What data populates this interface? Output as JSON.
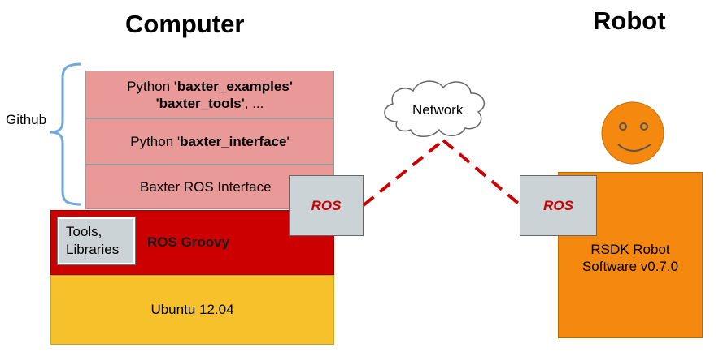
{
  "titles": {
    "computer": "Computer",
    "robot": "Robot"
  },
  "computer_stack": {
    "github_label": "Github",
    "python_examples_prefix": "Python ",
    "python_examples_bold": "'baxter_examples'",
    "python_tools_bold": "'baxter_tools'",
    "python_tools_suffix": ", ...",
    "python_interface_prefix": "Python '",
    "python_interface_bold": "baxter_interface",
    "python_interface_suffix": "'",
    "baxter_ros_interface": "Baxter ROS Interface",
    "tools_line1": "Tools,",
    "tools_line2": "Libraries",
    "ros_groovy": "ROS Groovy",
    "ubuntu": "Ubuntu 12.04",
    "ros_tag": "ROS"
  },
  "network": {
    "label": "Network"
  },
  "robot": {
    "ros_tag": "ROS",
    "software_line1": "RSDK Robot",
    "software_line2": "Software v0.7.0"
  },
  "colors": {
    "pink_layer": "#ea9999",
    "ros_groovy_red": "#cc0000",
    "ubuntu_yellow": "#f6c12b",
    "robot_orange": "#f5890f",
    "ros_tag_grey": "#ccd3d7",
    "brace_blue": "#6fa8dc",
    "link_red": "#cc0000"
  }
}
